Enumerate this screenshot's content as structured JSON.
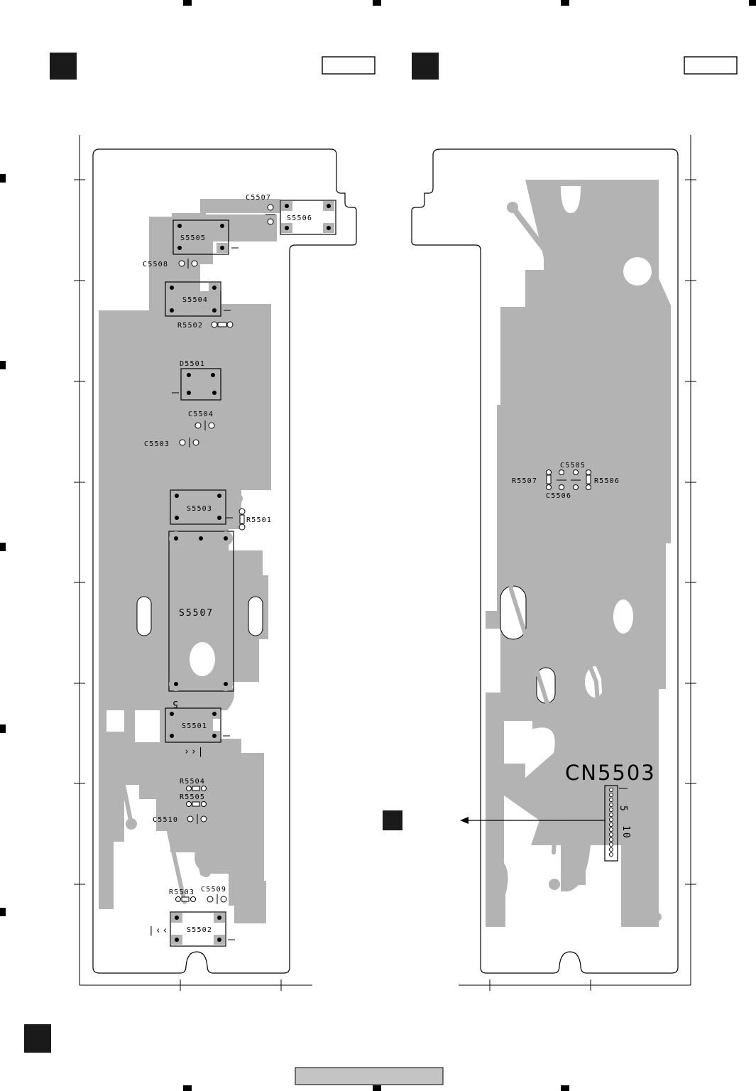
{
  "left_view": {
    "components": [
      {
        "ref": "C5507"
      },
      {
        "ref": "S5506"
      },
      {
        "ref": "S5505"
      },
      {
        "ref": "C5508"
      },
      {
        "ref": "S5504"
      },
      {
        "ref": "R5502"
      },
      {
        "ref": "D5501"
      },
      {
        "ref": "C5504"
      },
      {
        "ref": "C5503"
      },
      {
        "ref": "S5503"
      },
      {
        "ref": "R5501"
      },
      {
        "ref": "S5507"
      },
      {
        "ref": "S5501"
      },
      {
        "ref": "R5504"
      },
      {
        "ref": "R5505"
      },
      {
        "ref": "C5510"
      },
      {
        "ref": "R5503"
      },
      {
        "ref": "C5509"
      },
      {
        "ref": "S5502"
      }
    ],
    "pin_mark": "5",
    "next_symbol": "››|",
    "prev_symbol": "|‹‹"
  },
  "right_view": {
    "components": [
      {
        "ref": "C5505"
      },
      {
        "ref": "R5507"
      },
      {
        "ref": "R5506"
      },
      {
        "ref": "C5506"
      }
    ],
    "connector": {
      "ref": "CN5503",
      "pin_labels": [
        "5",
        "10"
      ]
    }
  },
  "colors": {
    "copper": "#b3b3b3",
    "outline": "#000000",
    "background": "#ffffff"
  }
}
